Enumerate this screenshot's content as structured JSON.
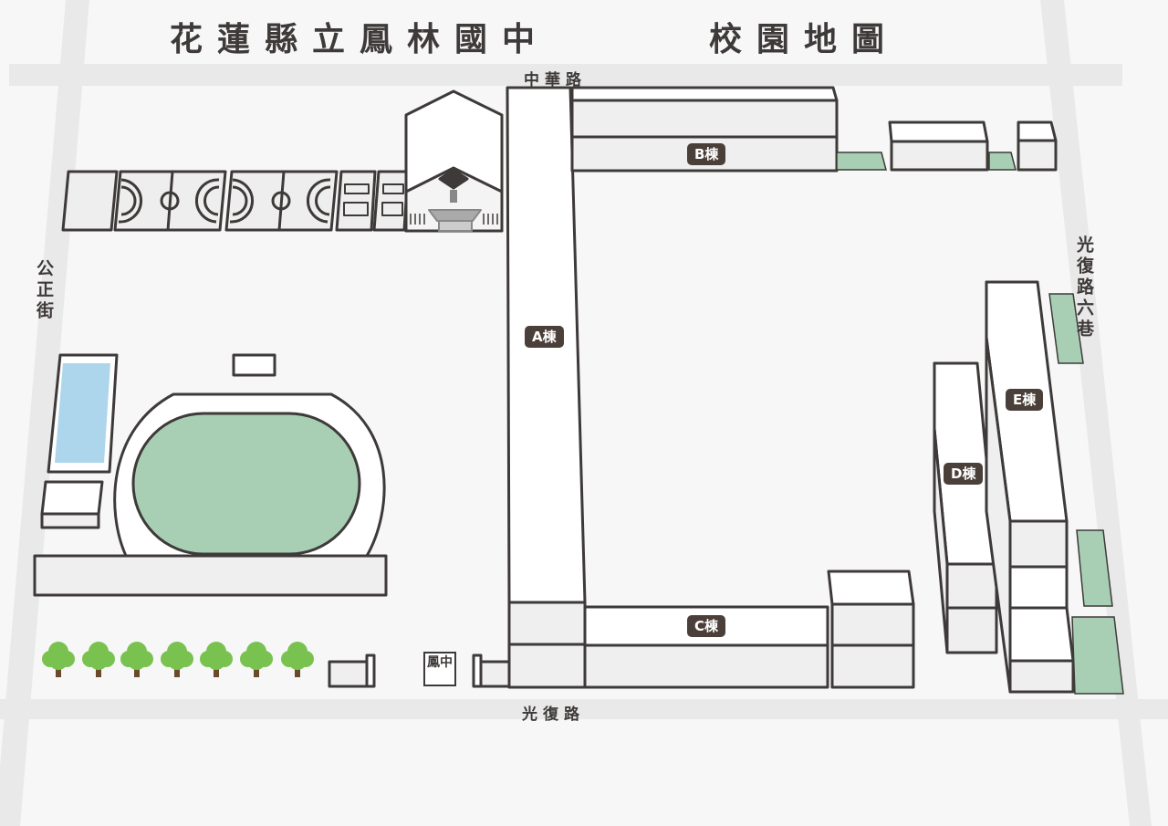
{
  "header": {
    "school_name": "花蓮縣立鳳林國中",
    "map_title": "校園地圖"
  },
  "roads": {
    "north": "中華路",
    "south": "光復路",
    "west": "公正街",
    "east": "光復路六巷"
  },
  "buildings": {
    "a": "A棟",
    "b": "B棟",
    "c": "C棟",
    "d": "D棟",
    "e": "E棟"
  },
  "gate_sign": "鳳中",
  "colors": {
    "background": "#f7f7f7",
    "road": "#e9e9e9",
    "outline": "#3e3a39",
    "building_fill": "#ffffff",
    "building_shade": "#efefef",
    "field_green": "#a8cfb4",
    "pool_blue": "#add6ec",
    "tag_bg": "#4b3f3a",
    "tree_green": "#79c250",
    "tree_trunk": "#6b4a2b"
  }
}
